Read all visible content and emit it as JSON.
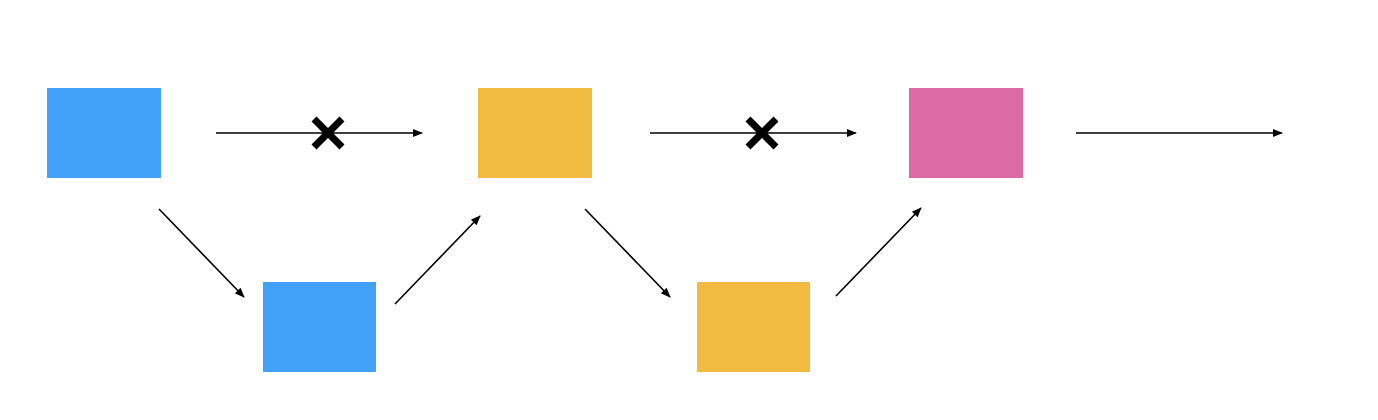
{
  "colors": {
    "blue": "#42a2fa",
    "yellow": "#f0bb40",
    "pink": "#dc6aa4",
    "line": "#000000",
    "background": "#ffffff"
  },
  "nodes": [
    {
      "id": "blue-top",
      "color": "blue"
    },
    {
      "id": "blue-bottom",
      "color": "blue"
    },
    {
      "id": "yellow-top",
      "color": "yellow"
    },
    {
      "id": "yellow-bottom",
      "color": "yellow"
    },
    {
      "id": "pink-top",
      "color": "pink"
    }
  ],
  "edges": [
    {
      "id": "blue-top-to-yellow-top",
      "blocked": true,
      "marker_icon": "cross-icon"
    },
    {
      "id": "blue-top-to-blue-bottom",
      "blocked": false
    },
    {
      "id": "blue-bottom-to-yellow-top",
      "blocked": false
    },
    {
      "id": "yellow-top-to-pink-top",
      "blocked": true,
      "marker_icon": "cross-icon"
    },
    {
      "id": "yellow-top-to-yellow-bottom",
      "blocked": false
    },
    {
      "id": "yellow-bottom-to-pink-top",
      "blocked": false
    },
    {
      "id": "pink-top-to-output",
      "blocked": false
    }
  ]
}
